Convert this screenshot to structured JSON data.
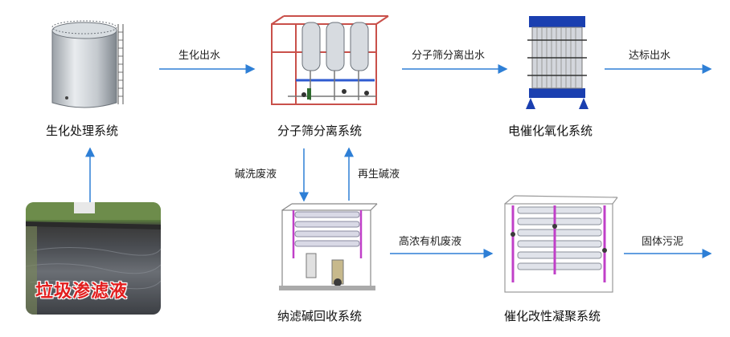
{
  "nodes": {
    "biochem": "生化处理系统",
    "sieve": "分子筛分离系统",
    "electro": "电催化氧化系统",
    "nano": "纳滤碱回收系统",
    "catalytic": "催化改性凝聚系统",
    "leachate": "垃圾渗滤液"
  },
  "edges": {
    "biochem_to_sieve": "生化出水",
    "sieve_to_electro": "分子筛分离出水",
    "electro_out": "达标出水",
    "alkali_waste": "碱洗废液",
    "regen_alkali": "再生碱液",
    "high_conc": "高浓有机废液",
    "solid_sludge": "固体污泥"
  },
  "colors": {
    "arrow": "#2e7fd6",
    "leachate_text": "#e21e1e",
    "frame_red": "#c9504a",
    "membrane_blue": "#1a3fb0",
    "pipe_purple": "#c040c8"
  }
}
